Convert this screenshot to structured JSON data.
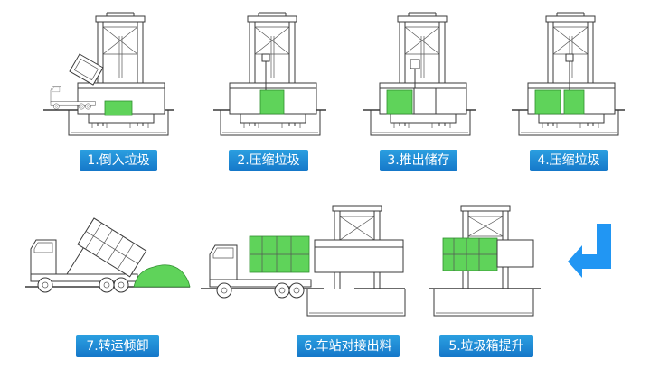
{
  "colors": {
    "label_bg": "#1f88d4",
    "waste_green": "#5fd35a",
    "arrow_blue": "#2196f3",
    "line": "#3a3a3a"
  },
  "icons": {
    "flow_arrow": "l-shaped-arrow-icon"
  },
  "steps": [
    {
      "label": "1.倒入垃圾"
    },
    {
      "label": "2.压缩垃圾"
    },
    {
      "label": "3.推出储存"
    },
    {
      "label": "4.压缩垃圾"
    },
    {
      "label": "5.垃圾箱提升"
    },
    {
      "label": "6.车站对接出料"
    },
    {
      "label": "7.转运倾卸"
    }
  ]
}
